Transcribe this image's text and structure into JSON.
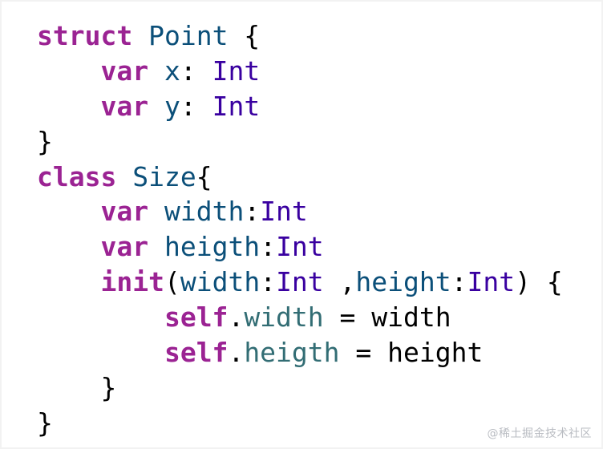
{
  "code": {
    "lines": [
      {
        "indent": "",
        "tokens": [
          {
            "t": "struct",
            "c": "kw"
          },
          {
            "t": " ",
            "c": "plain"
          },
          {
            "t": "Point",
            "c": "decl"
          },
          {
            "t": " {",
            "c": "plain"
          }
        ]
      },
      {
        "indent": "    ",
        "tokens": [
          {
            "t": "var",
            "c": "kw"
          },
          {
            "t": " ",
            "c": "plain"
          },
          {
            "t": "x",
            "c": "decl"
          },
          {
            "t": ": ",
            "c": "plain"
          },
          {
            "t": "Int",
            "c": "type"
          }
        ]
      },
      {
        "indent": "    ",
        "tokens": [
          {
            "t": "var",
            "c": "kw"
          },
          {
            "t": " ",
            "c": "plain"
          },
          {
            "t": "y",
            "c": "decl"
          },
          {
            "t": ": ",
            "c": "plain"
          },
          {
            "t": "Int",
            "c": "type"
          }
        ]
      },
      {
        "indent": "",
        "tokens": [
          {
            "t": "}",
            "c": "plain"
          }
        ]
      },
      {
        "indent": "",
        "tokens": [
          {
            "t": "class",
            "c": "kw"
          },
          {
            "t": " ",
            "c": "plain"
          },
          {
            "t": "Size",
            "c": "decl"
          },
          {
            "t": "{",
            "c": "plain"
          }
        ]
      },
      {
        "indent": "    ",
        "tokens": [
          {
            "t": "var",
            "c": "kw"
          },
          {
            "t": " ",
            "c": "plain"
          },
          {
            "t": "width",
            "c": "decl"
          },
          {
            "t": ":",
            "c": "plain"
          },
          {
            "t": "Int",
            "c": "type"
          }
        ]
      },
      {
        "indent": "    ",
        "tokens": [
          {
            "t": "var",
            "c": "kw"
          },
          {
            "t": " ",
            "c": "plain"
          },
          {
            "t": "heigth",
            "c": "decl"
          },
          {
            "t": ":",
            "c": "plain"
          },
          {
            "t": "Int",
            "c": "type"
          }
        ]
      },
      {
        "indent": "    ",
        "tokens": [
          {
            "t": "init",
            "c": "kw"
          },
          {
            "t": "(",
            "c": "plain"
          },
          {
            "t": "width",
            "c": "decl"
          },
          {
            "t": ":",
            "c": "plain"
          },
          {
            "t": "Int",
            "c": "type"
          },
          {
            "t": " ,",
            "c": "plain"
          },
          {
            "t": "height",
            "c": "decl"
          },
          {
            "t": ":",
            "c": "plain"
          },
          {
            "t": "Int",
            "c": "type"
          },
          {
            "t": ") {",
            "c": "plain"
          }
        ]
      },
      {
        "indent": "        ",
        "tokens": [
          {
            "t": "self",
            "c": "kw"
          },
          {
            "t": ".",
            "c": "plain"
          },
          {
            "t": "width",
            "c": "prop"
          },
          {
            "t": " = width",
            "c": "plain"
          }
        ]
      },
      {
        "indent": "        ",
        "tokens": [
          {
            "t": "self",
            "c": "kw"
          },
          {
            "t": ".",
            "c": "plain"
          },
          {
            "t": "heigth",
            "c": "prop"
          },
          {
            "t": " = height",
            "c": "plain"
          }
        ]
      },
      {
        "indent": "    ",
        "tokens": [
          {
            "t": "}",
            "c": "plain"
          }
        ]
      },
      {
        "indent": "",
        "tokens": [
          {
            "t": "}",
            "c": "plain"
          }
        ]
      }
    ]
  },
  "colors": {
    "keyword": "#9b2393",
    "declaration": "#0b4f79",
    "type": "#3900a0",
    "property": "#326d74",
    "plain": "#000000"
  },
  "watermark": "@稀土掘金技术社区"
}
